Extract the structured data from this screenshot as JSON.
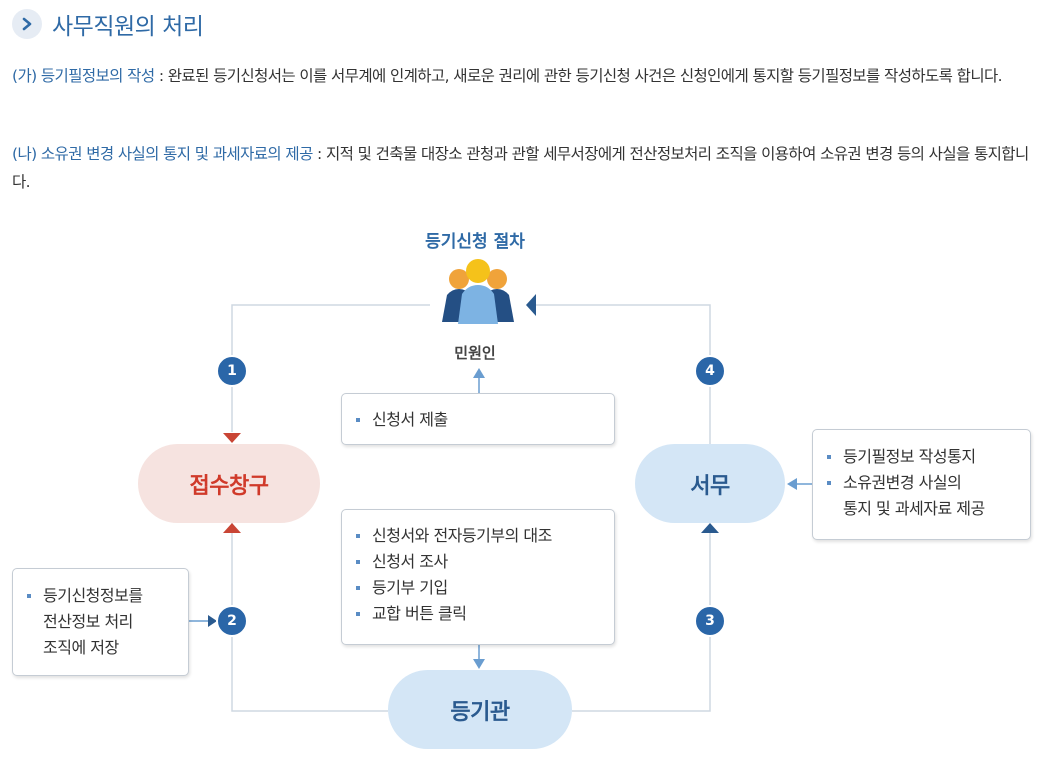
{
  "header": {
    "title": "사무직원의 처리"
  },
  "paragraphs": [
    {
      "term": "(가) 등기필정보의 작성",
      "body": " : 완료된 등기신청서는 이를 서무계에 인계하고, 새로운 권리에 관한 등기신청 사건은 신청인에게 통지할 등기필정보를 작성하도록 합니다."
    },
    {
      "term": "(나) 소유권 변경 사실의 통지 및 과세자료의 제공",
      "body": " : 지적 및 건축물 대장소 관청과 관할 세무서장에게 전산정보처리 조직을 이용하여 소유권 변경 등의 사실을 통지합니다."
    }
  ],
  "diagram": {
    "title": "등기신청 절차",
    "applicant": {
      "label": "민원인",
      "icon": "people-group-icon"
    },
    "nodes": {
      "reception": "접수창구",
      "business": "서무",
      "registrar": "등기관"
    },
    "steps": [
      "1",
      "2",
      "3",
      "4"
    ],
    "boxes": {
      "submit": [
        "신청서 제출"
      ],
      "tasks": [
        "신청서와 전자등기부의 대조",
        "신청서 조사",
        "등기부 기입",
        "교합 버튼 클릭"
      ],
      "notice": [
        "등기필정보 작성통지",
        "소유권변경 사실의\n통지 및 과세자료 제공"
      ],
      "store": [
        "등기신청정보를\n전산정보 처리\n조직에 저장"
      ]
    },
    "colors": {
      "accent_blue": "#2f6aa6",
      "step_circle": "#2a66a8",
      "reception_fill": "#f6e3e0",
      "reception_text": "#d03a2a",
      "node_fill": "#d4e6f6",
      "node_text": "#2a5a8f",
      "line": "#cfd8e2",
      "arrow_red": "#c94535",
      "arrow_blue": "#2a5a8f"
    }
  }
}
